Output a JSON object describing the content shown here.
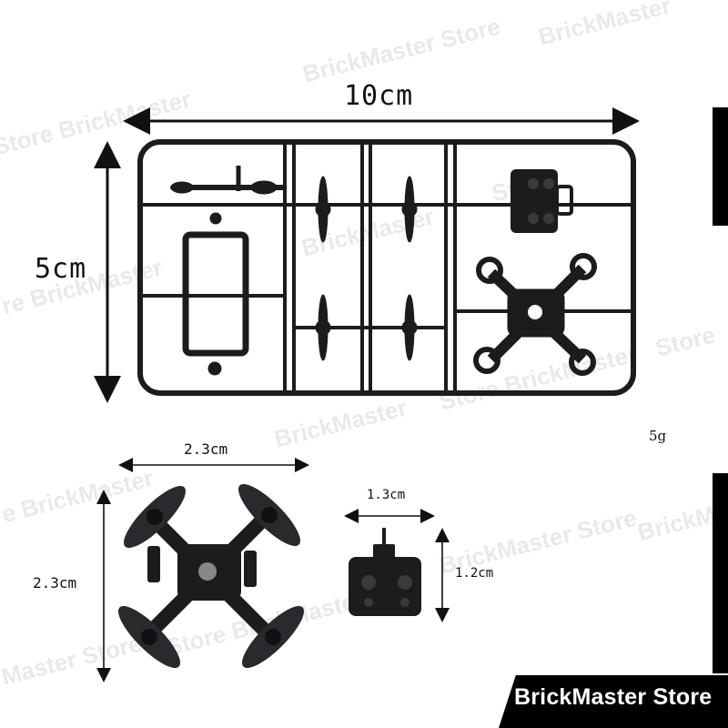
{
  "dimensions": {
    "sprue_width": "10cm",
    "sprue_height": "5cm",
    "drone_width": "2.3cm",
    "drone_height": "2.3cm",
    "controller_width": "1.3cm",
    "controller_height": "1.2cm",
    "weight": "5g"
  },
  "branding": {
    "store_name": "BrickMaster Store",
    "watermark_text": "BrickMaster Store"
  },
  "colors": {
    "part_plastic": "#1c1c1e",
    "part_highlight": "#3a3a3e",
    "badge_bg": "#000000",
    "badge_text": "#ffffff"
  }
}
